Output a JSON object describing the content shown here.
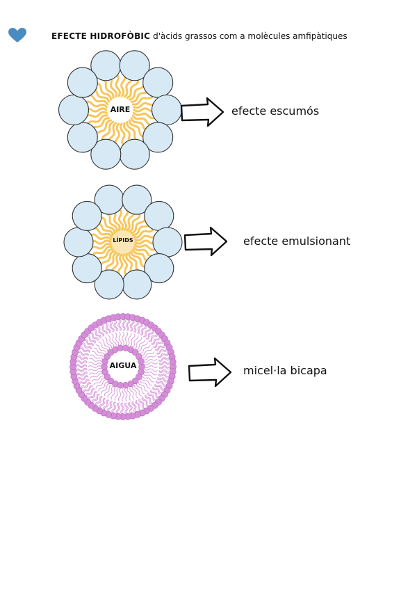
{
  "header": {
    "title_bold": "EFECTE HIDROFÒBIC",
    "title_rest": "d'àcids grassos com a molècules amfipàtiques"
  },
  "diagrams": [
    {
      "center_label": "AIRE",
      "result": "efecte escumós"
    },
    {
      "center_label": "LÍPIDS",
      "result": "efecte emulsionant"
    },
    {
      "center_label": "AIGUA",
      "result": "micel·la bicapa"
    }
  ],
  "colors": {
    "heart": "#4a8cc0",
    "bubble_fill": "#d6e9f5",
    "tail": "#f6c65b",
    "micelle": "#d58fd8"
  }
}
